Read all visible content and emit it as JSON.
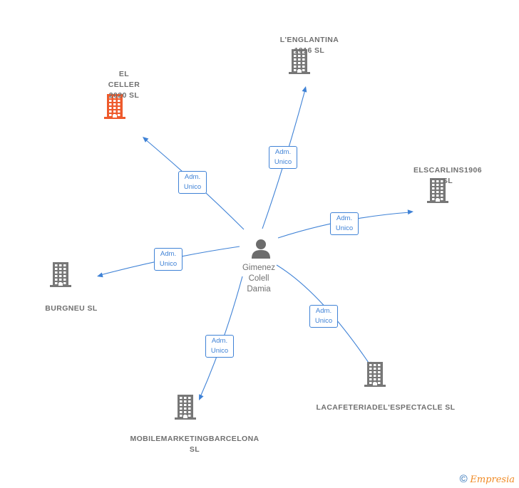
{
  "colors": {
    "edge": "#3f82d6",
    "company_icon": "#777777",
    "company_icon_highlight": "#ee5a2c",
    "label_text": "#707070",
    "person_icon": "#6c6c6c"
  },
  "person": {
    "name": "Gimenez\nColell\nDamia",
    "icon": "person-icon"
  },
  "companies": [
    {
      "id": "el-celler",
      "name": "EL\nCELLER\n2020  SL",
      "highlight": true,
      "icon": "building-icon"
    },
    {
      "id": "lenglantina",
      "name": "L'ENGLANTINA\n1916  SL",
      "highlight": false,
      "icon": "building-icon"
    },
    {
      "id": "elscarlins",
      "name": "ELSCARLINS1906\nSL",
      "highlight": false,
      "icon": "building-icon"
    },
    {
      "id": "burgneu",
      "name": "BURGNEU  SL",
      "highlight": false,
      "icon": "building-icon"
    },
    {
      "id": "lacafeteria",
      "name": "LACAFETERIADEL'ESPECTACLE SL",
      "highlight": false,
      "icon": "building-icon"
    },
    {
      "id": "mobilemarketing",
      "name": "MOBILEMARKETINGBARCELONA\nSL",
      "highlight": false,
      "icon": "building-icon"
    }
  ],
  "relations": [
    {
      "to": "el-celler",
      "role_line1": "Adm.",
      "role_line2": "Unico"
    },
    {
      "to": "lenglantina",
      "role_line1": "Adm.",
      "role_line2": "Unico"
    },
    {
      "to": "elscarlins",
      "role_line1": "Adm.",
      "role_line2": "Unico"
    },
    {
      "to": "burgneu",
      "role_line1": "Adm.",
      "role_line2": "Unico"
    },
    {
      "to": "lacafeteria",
      "role_line1": "Adm.",
      "role_line2": "Unico"
    },
    {
      "to": "mobilemarketing",
      "role_line1": "Adm.",
      "role_line2": "Unico"
    }
  ],
  "footer": {
    "copyright": "©",
    "brand": "Empresia"
  }
}
